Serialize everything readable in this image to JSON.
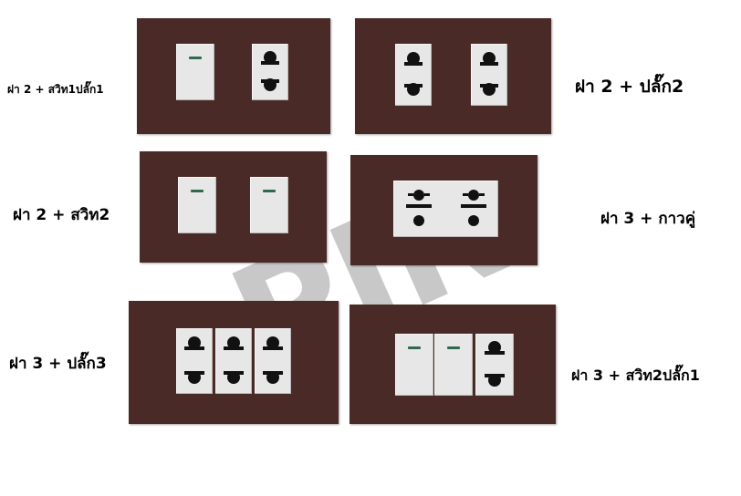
{
  "labels": {
    "l1": "ฝา 2 + สวิท1ปลั๊ก1",
    "l2": "ฝา 2 + ปลั๊ก2",
    "l3": "ฝา 2 + สวิท2",
    "l4": "ฝา 3 + กาวคู่",
    "l5": "ฝา 3 + ปลั๊ก3",
    "l6": "ฝา 3 + สวิท2ปลั๊ก1"
  },
  "watermark": "PJR",
  "colors": {
    "plate": "#4a2a26",
    "module": "#e7e7e7",
    "led": "#2f6a4c",
    "watermark": "#9a9a9a"
  }
}
